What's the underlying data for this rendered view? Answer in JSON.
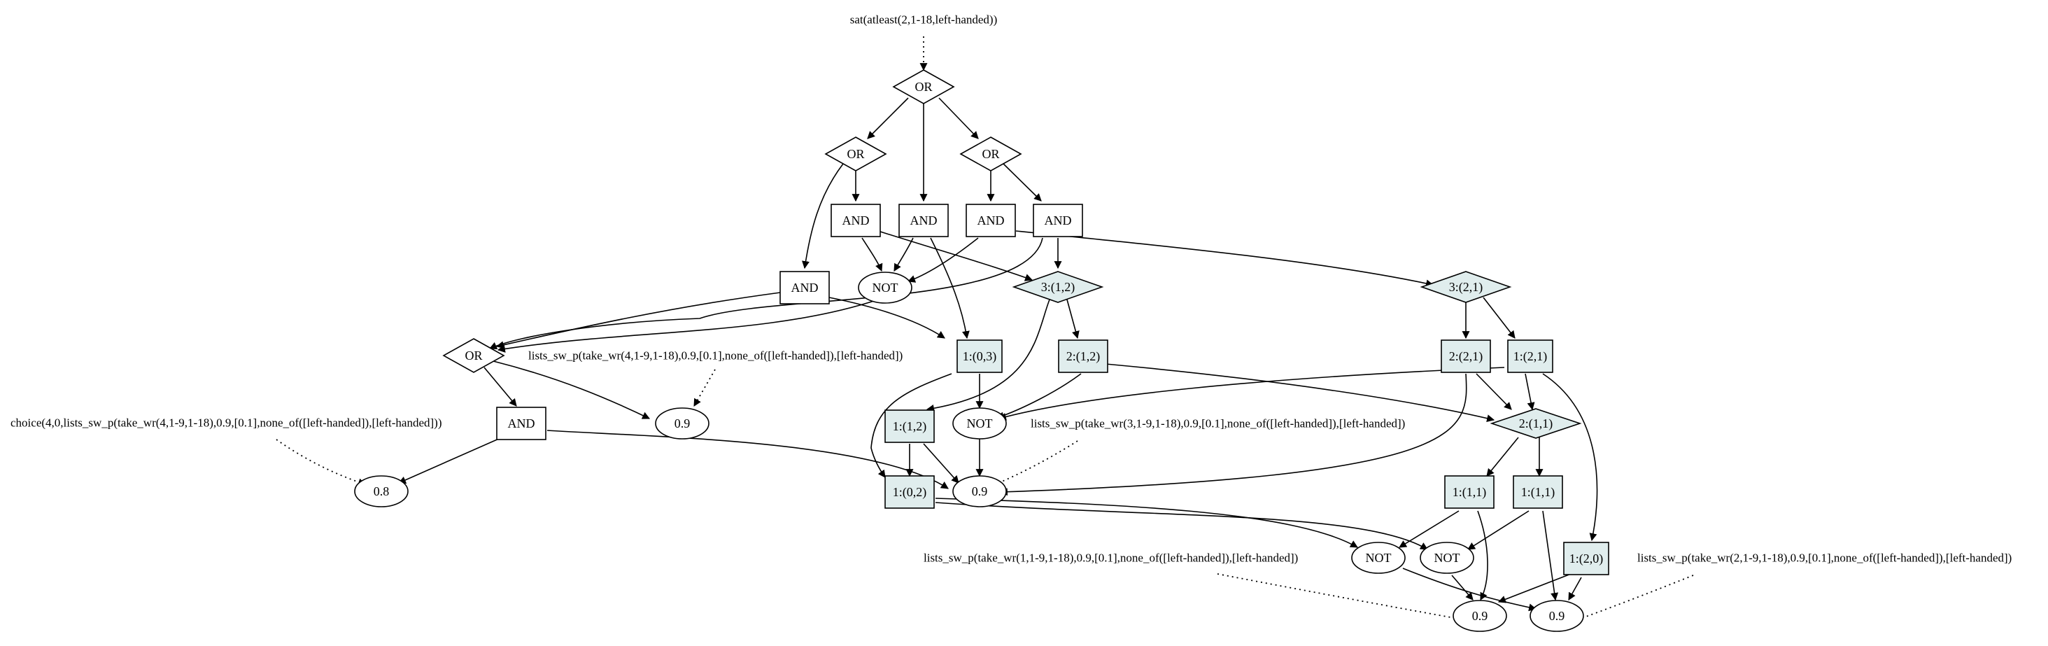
{
  "query": "sat(atleast(2,1-18,left-handed))",
  "colors": {
    "tinted_fill": "#e0eded",
    "plain_fill": "#ffffff",
    "stroke": "#000000"
  },
  "nodes": {
    "or_top": {
      "label": "OR"
    },
    "or_left": {
      "label": "OR"
    },
    "or_right": {
      "label": "OR"
    },
    "and_a": {
      "label": "AND"
    },
    "and_b": {
      "label": "AND"
    },
    "and_c": {
      "label": "AND"
    },
    "and_d": {
      "label": "AND"
    },
    "and_e": {
      "label": "AND"
    },
    "not_top": {
      "label": "NOT"
    },
    "d312": {
      "label": "3:(1,2)"
    },
    "d321": {
      "label": "3:(2,1)"
    },
    "or_mid": {
      "label": "OR"
    },
    "b103": {
      "label": "1:(0,3)"
    },
    "b212": {
      "label": "2:(1,2)"
    },
    "b221": {
      "label": "2:(2,1)"
    },
    "b121": {
      "label": "1:(2,1)"
    },
    "and_f": {
      "label": "AND"
    },
    "e09a": {
      "label": "0.9"
    },
    "b112": {
      "label": "1:(1,2)"
    },
    "not_mid": {
      "label": "NOT"
    },
    "d211": {
      "label": "2:(1,1)"
    },
    "e08": {
      "label": "0.8"
    },
    "b102": {
      "label": "1:(0,2)"
    },
    "e09b": {
      "label": "0.9"
    },
    "b111a": {
      "label": "1:(1,1)"
    },
    "b111b": {
      "label": "1:(1,1)"
    },
    "not_b1": {
      "label": "NOT"
    },
    "not_b2": {
      "label": "NOT"
    },
    "b120": {
      "label": "1:(2,0)"
    },
    "e09c": {
      "label": "0.9"
    },
    "e09d": {
      "label": "0.9"
    }
  },
  "annotations": {
    "lists4": "lists_sw_p(take_wr(4,1-9,1-18),0.9,[0.1],none_of([left-handed]),[left-handed])",
    "choice4": "choice(4,0,lists_sw_p(take_wr(4,1-9,1-18),0.9,[0.1],none_of([left-handed]),[left-handed]))",
    "lists3": "lists_sw_p(take_wr(3,1-9,1-18),0.9,[0.1],none_of([left-handed]),[left-handed])",
    "lists1": "lists_sw_p(take_wr(1,1-9,1-18),0.9,[0.1],none_of([left-handed]),[left-handed])",
    "lists2": "lists_sw_p(take_wr(2,1-9,1-18),0.9,[0.1],none_of([left-handed]),[left-handed])"
  }
}
